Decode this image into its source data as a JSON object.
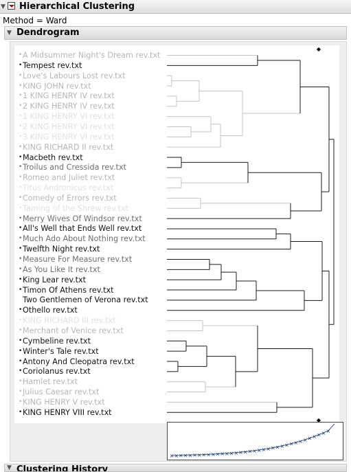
{
  "report": {
    "title": "Hierarchical Clustering",
    "method_label": "Method = Ward",
    "dendrogram_title": "Dendrogram",
    "next_section_title": "Clustering History"
  },
  "icons": {
    "outline_toggle": "disclosure-triangle-icon",
    "red_menu": "red-triangle-menu-icon",
    "bullet": "•",
    "marker": "◆"
  },
  "colors": {
    "dark_text": "#111111",
    "dim_text": "#6e6e6e",
    "muted_text": "#b6b6b6",
    "faint_text": "#e0e0e0",
    "line_dark": "#1a1a1a",
    "line_light": "#c4c4c4",
    "scree_line": "#2b5fad"
  },
  "leaves": [
    {
      "label": "A Midsummer Night's Dream rev.txt",
      "shade": "muted"
    },
    {
      "label": "Tempest rev.txt",
      "shade": "dark"
    },
    {
      "label": "Love's Labours Lost rev.txt",
      "shade": "muted"
    },
    {
      "label": "KING JOHN rev.txt",
      "shade": "muted"
    },
    {
      "label": "1 KING HENRY IV rev.txt",
      "shade": "muted"
    },
    {
      "label": "2 KING HENRY IV rev.txt",
      "shade": "muted"
    },
    {
      "label": "1 KING HENRY VI rev.txt",
      "shade": "faint"
    },
    {
      "label": "2 KING HENRY VI rev.txt",
      "shade": "faint"
    },
    {
      "label": "3 KING HENRY VI rev.txt",
      "shade": "faint"
    },
    {
      "label": "KING RICHARD II rev.txt",
      "shade": "muted"
    },
    {
      "label": "Macbeth rev.txt",
      "shade": "dark"
    },
    {
      "label": "Troilus and Cressida rev.txt",
      "shade": "dim"
    },
    {
      "label": "Romeo and Juliet rev.txt",
      "shade": "muted"
    },
    {
      "label": "Titus Andronicus rev.txt",
      "shade": "faint"
    },
    {
      "label": "Comedy of Errors rev.txt",
      "shade": "muted"
    },
    {
      "label": "Taming of the Shrew rev.txt",
      "shade": "faint"
    },
    {
      "label": "Merry Wives Of Windsor rev.txt",
      "shade": "dim"
    },
    {
      "label": "All's Well that Ends Well rev.txt",
      "shade": "dark"
    },
    {
      "label": "Much Ado About Nothing rev.txt",
      "shade": "dim"
    },
    {
      "label": "Twelfth Night rev.txt",
      "shade": "dark"
    },
    {
      "label": "Measure For Measure rev.txt",
      "shade": "dim"
    },
    {
      "label": "As You Like It rev.txt",
      "shade": "dim"
    },
    {
      "label": "King Lear rev.txt",
      "shade": "dark"
    },
    {
      "label": "Timon Of Athens rev.txt",
      "shade": "dark"
    },
    {
      "label": "Two Gentlemen of Verona rev.txt",
      "shade": "dark",
      "no_bullet": true
    },
    {
      "label": "Othello rev.txt",
      "shade": "dark"
    },
    {
      "label": "KING RICHARD III rev.txt",
      "shade": "faint"
    },
    {
      "label": "Merchant of Venice rev.txt",
      "shade": "muted"
    },
    {
      "label": "Cymbeline rev.txt",
      "shade": "dark"
    },
    {
      "label": "Winter's Tale rev.txt",
      "shade": "dark"
    },
    {
      "label": "Antony And Cleopatra rev.txt",
      "shade": "dark"
    },
    {
      "label": "Coriolanus rev.txt",
      "shade": "dark"
    },
    {
      "label": "Hamlet rev.txt",
      "shade": "muted"
    },
    {
      "label": "Julius Caesar rev.txt",
      "shade": "muted"
    },
    {
      "label": "KING HENRY V rev.txt",
      "shade": "muted"
    },
    {
      "label": "KING HENRY VIII rev.txt",
      "shade": "dark"
    }
  ]
}
